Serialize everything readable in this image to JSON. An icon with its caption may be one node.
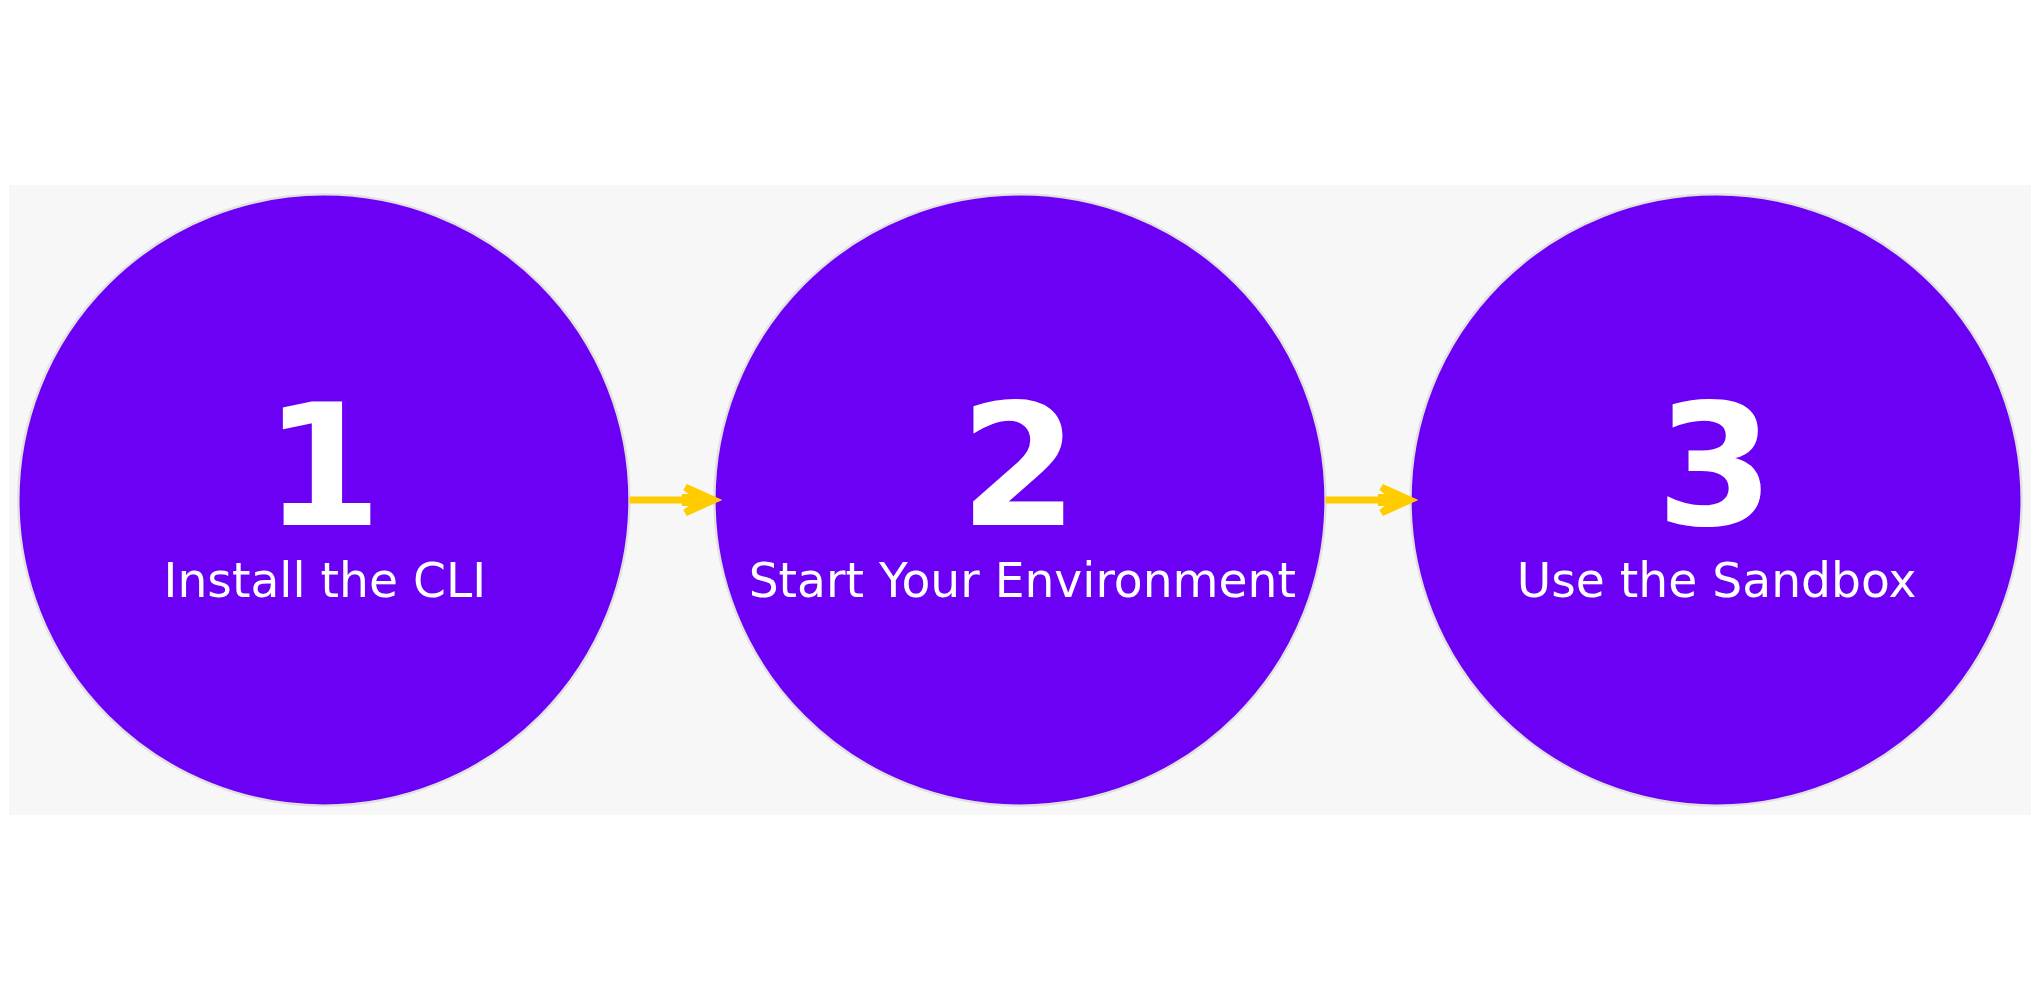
{
  "diagram": {
    "nodes": [
      {
        "text": [
          "1",
          "Install the CLI"
        ]
      },
      {
        "text": [
          "2",
          "Start Your Environment"
        ]
      },
      {
        "text": [
          "3",
          "Use the Sandbox"
        ]
      }
    ],
    "edges": [
      {
        "from": 0,
        "to": 1,
        "arrow": "to"
      },
      {
        "from": 1,
        "to": 2,
        "arrow": "to"
      }
    ]
  }
}
